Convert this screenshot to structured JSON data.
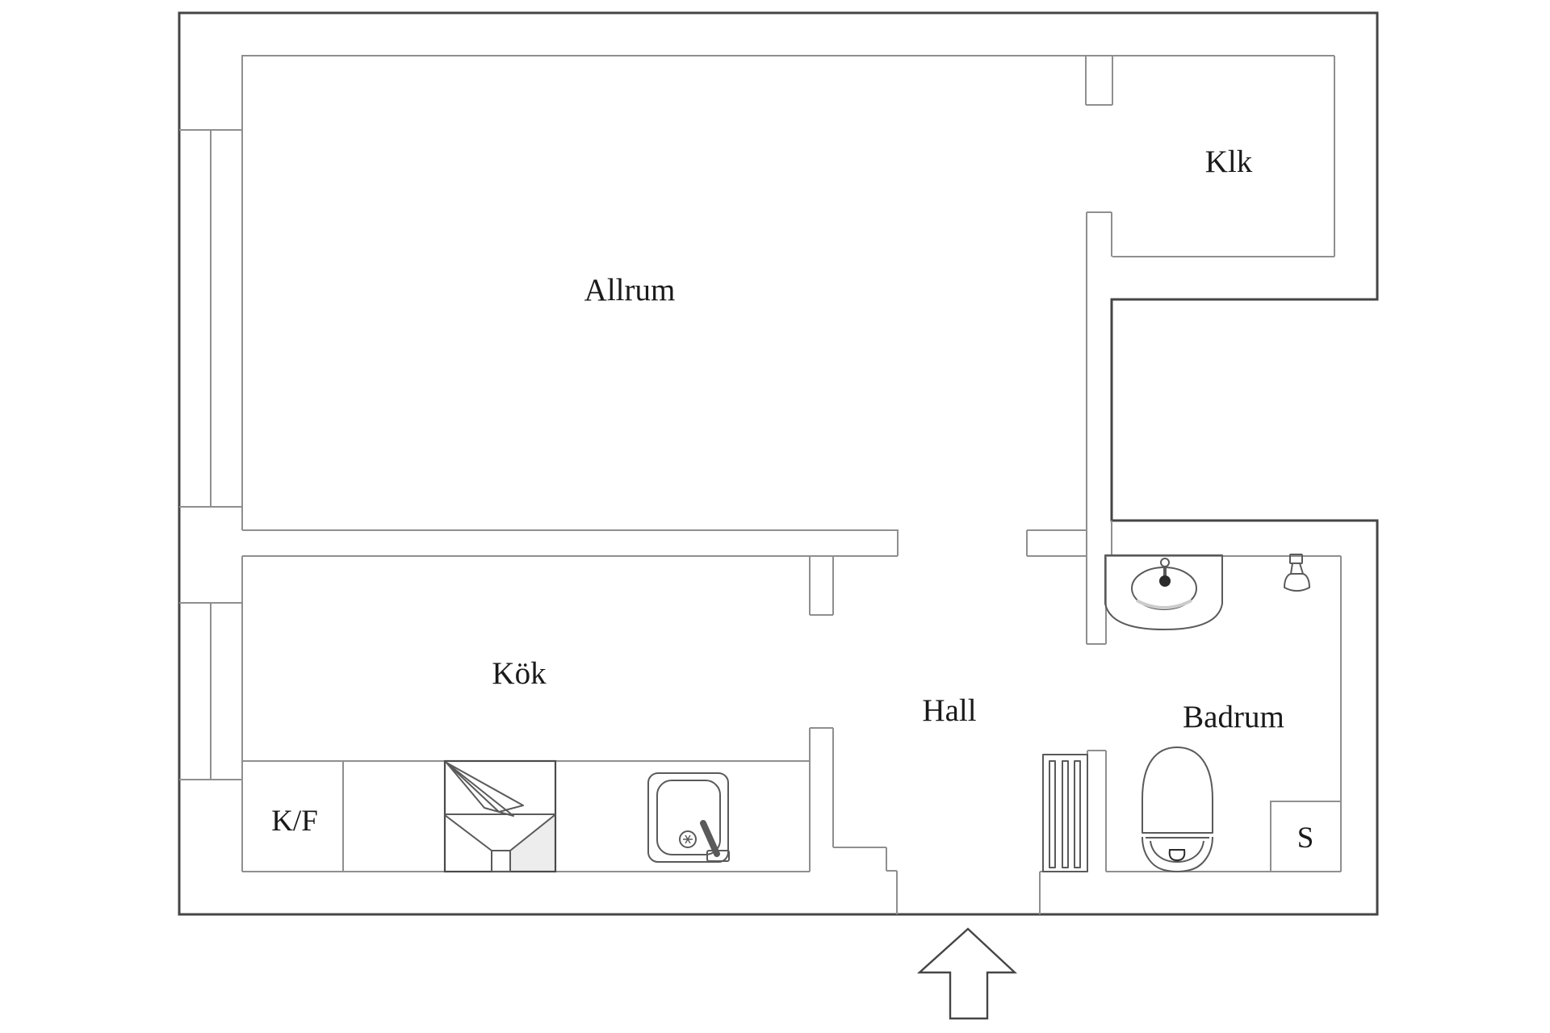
{
  "floorplan": {
    "labels": {
      "allrum": "Allrum",
      "klk": "Klk",
      "kok": "Kök",
      "hall": "Hall",
      "badrum": "Badrum",
      "kf": "K/F",
      "s": "S"
    },
    "fixtures": {
      "kitchen": [
        "fridge-freezer",
        "stove",
        "kitchen-sink"
      ],
      "bathroom": [
        "bathroom-sink",
        "shower-mixer",
        "radiator",
        "toilet",
        "cleaning-closet"
      ],
      "entrance": "up-arrow"
    },
    "colors": {
      "background": "#ffffff",
      "outer_wall": "#454545",
      "inner_wall": "#8f8f8f",
      "fixture": "#5a5a5a",
      "fixture_dark": "#2b2b2b",
      "shading": "#ededed",
      "text": "#1a1a1a"
    }
  }
}
